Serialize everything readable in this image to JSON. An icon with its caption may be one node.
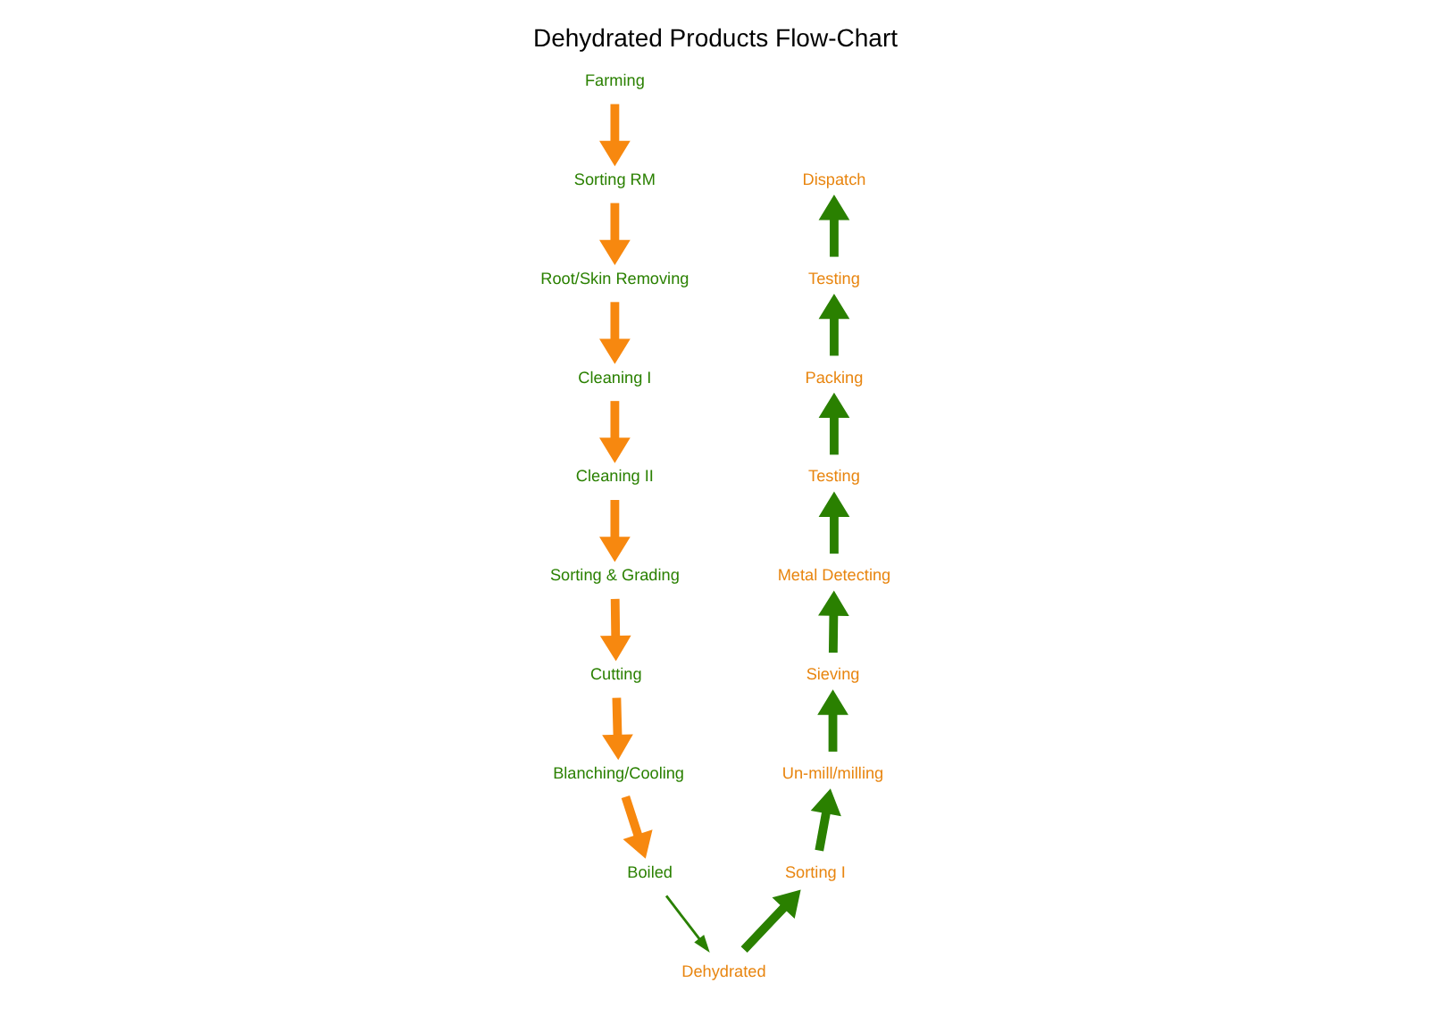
{
  "diagram": {
    "title": "Dehydrated Products Flow-Chart",
    "nodes": [
      {
        "text": [
          "Farming"
        ]
      },
      {
        "text": [
          "Sorting RM"
        ]
      },
      {
        "text": [
          "Root/Skin Removing"
        ]
      },
      {
        "text": [
          "Cleaning I"
        ]
      },
      {
        "text": [
          "Cleaning II"
        ]
      },
      {
        "text": [
          "Sorting & Grading"
        ]
      },
      {
        "text": [
          "Cutting"
        ]
      },
      {
        "text": [
          "Blanching/Cooling"
        ]
      },
      {
        "text": [
          "Boiled"
        ]
      },
      {
        "text": [
          "Dehydrated"
        ]
      },
      {
        "text": [
          "Sorting I"
        ]
      },
      {
        "text": [
          "Un-mill/milling"
        ]
      },
      {
        "text": [
          "Sieving"
        ]
      },
      {
        "text": [
          "Metal Detecting"
        ]
      },
      {
        "text": [
          "Testing"
        ]
      },
      {
        "text": [
          "Packing"
        ]
      },
      {
        "text": [
          "Testing"
        ]
      },
      {
        "text": [
          "Dispatch"
        ]
      }
    ],
    "edges": [
      {
        "from": 0,
        "to": 1,
        "arrow": "to",
        "color": "#f7880f"
      },
      {
        "from": 1,
        "to": 2,
        "arrow": "to",
        "color": "#f7880f"
      },
      {
        "from": 2,
        "to": 3,
        "arrow": "to",
        "color": "#f7880f"
      },
      {
        "from": 3,
        "to": 4,
        "arrow": "to",
        "color": "#f7880f"
      },
      {
        "from": 4,
        "to": 5,
        "arrow": "to",
        "color": "#f7880f"
      },
      {
        "from": 5,
        "to": 6,
        "arrow": "to",
        "color": "#f7880f"
      },
      {
        "from": 6,
        "to": 7,
        "arrow": "to",
        "color": "#f7880f"
      },
      {
        "from": 7,
        "to": 8,
        "arrow": "to",
        "color": "#f7880f"
      },
      {
        "from": 8,
        "to": 9,
        "arrow": "to"
      },
      {
        "from": 9,
        "to": 10,
        "arrow": "to"
      },
      {
        "from": 10,
        "to": 11,
        "arrow": "to"
      },
      {
        "from": 11,
        "to": 12,
        "arrow": "to"
      },
      {
        "from": 12,
        "to": 13,
        "arrow": "to"
      },
      {
        "from": 13,
        "to": 14,
        "arrow": "to"
      },
      {
        "from": 14,
        "to": 15,
        "arrow": "to"
      },
      {
        "from": 15,
        "to": 16,
        "arrow": "to"
      },
      {
        "from": 16,
        "to": 17,
        "arrow": "to"
      }
    ]
  }
}
